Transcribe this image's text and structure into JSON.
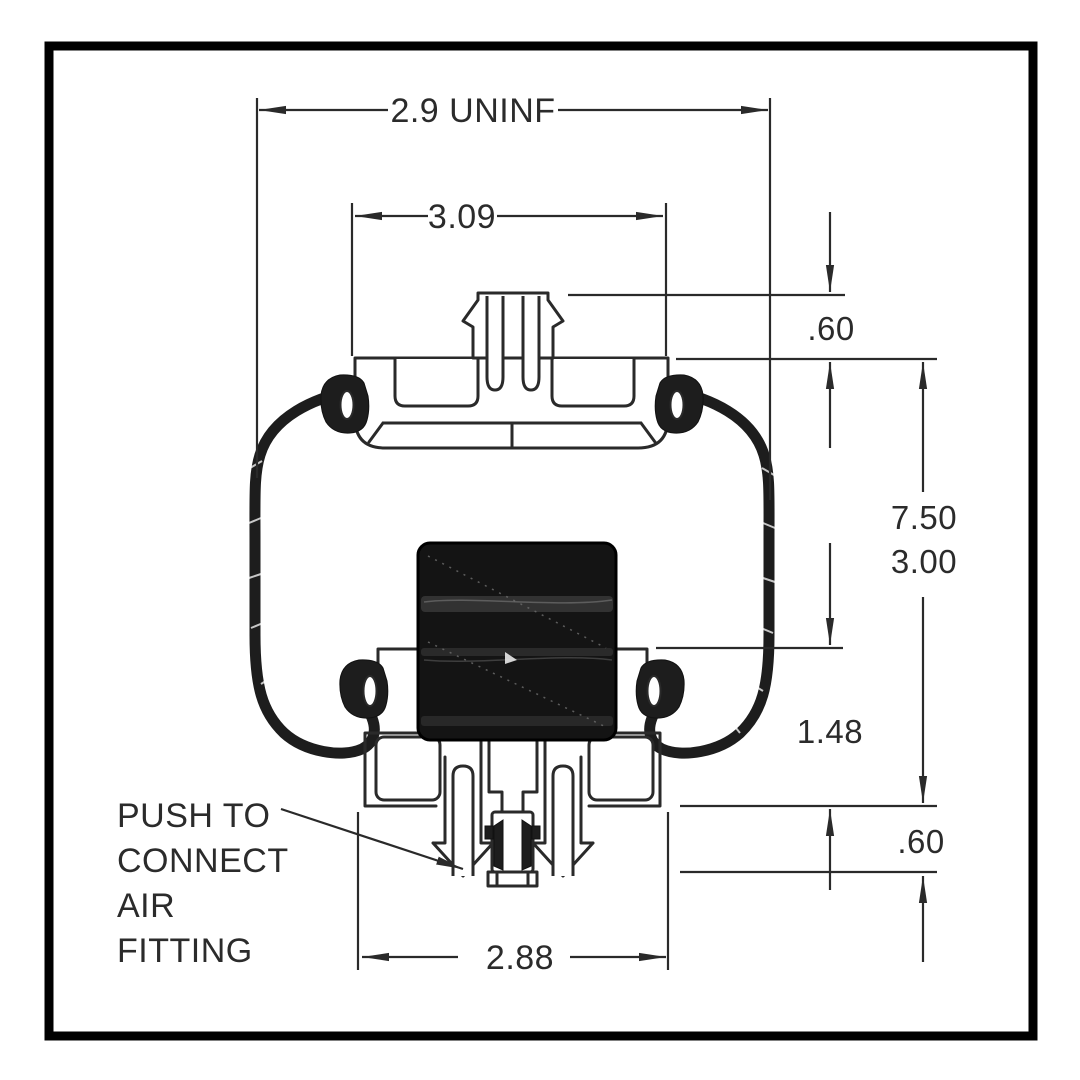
{
  "drawing": {
    "labels": {
      "overall_width": "2.9 UNINF",
      "plate_width": "3.09",
      "top_offset": ".60",
      "height_extended": "7.50",
      "height_compressed": "3.00",
      "piston_height": "1.48",
      "bottom_offset": ".60",
      "base_width": "2.88"
    },
    "note": {
      "line1": "PUSH TO",
      "line2": "CONNECT",
      "line3": "AIR",
      "line4": "FITTING"
    },
    "colors": {
      "ink": "#2a2a2a",
      "rubber": "#1d1d1d",
      "bumper_fill": "#141414",
      "background": "#ffffff",
      "border": "#000000"
    }
  }
}
